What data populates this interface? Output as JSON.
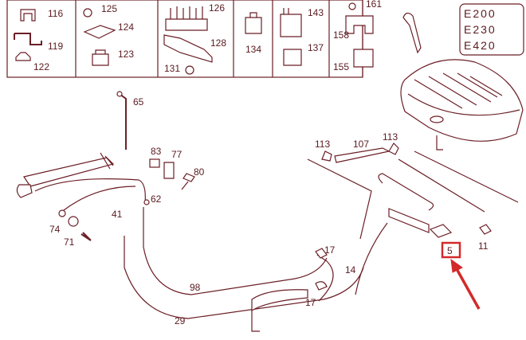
{
  "diagram": {
    "model_badges": [
      "E200",
      "E230",
      "E420"
    ],
    "colors": {
      "ink": "#6b1f26",
      "callout": "#d32a2a",
      "background": "#ffffff"
    },
    "part_labels": {
      "p116": "116",
      "p119": "119",
      "p122": "122",
      "p125": "125",
      "p124": "124",
      "p123": "123",
      "p126": "126",
      "p128": "128",
      "p131": "131",
      "p134": "134",
      "p143": "143",
      "p137": "137",
      "p161": "161",
      "p158": "158",
      "p155": "155",
      "p65": "65",
      "p83": "83",
      "p77": "77",
      "p80": "80",
      "p62": "62",
      "p41": "41",
      "p74": "74",
      "p71": "71",
      "p113a": "113",
      "p107": "107",
      "p113b": "113",
      "p17a": "17",
      "p14": "14",
      "p17b": "17",
      "p98": "98",
      "p29": "29",
      "p11": "11",
      "p5": "5"
    },
    "highlighted_part": "5"
  }
}
